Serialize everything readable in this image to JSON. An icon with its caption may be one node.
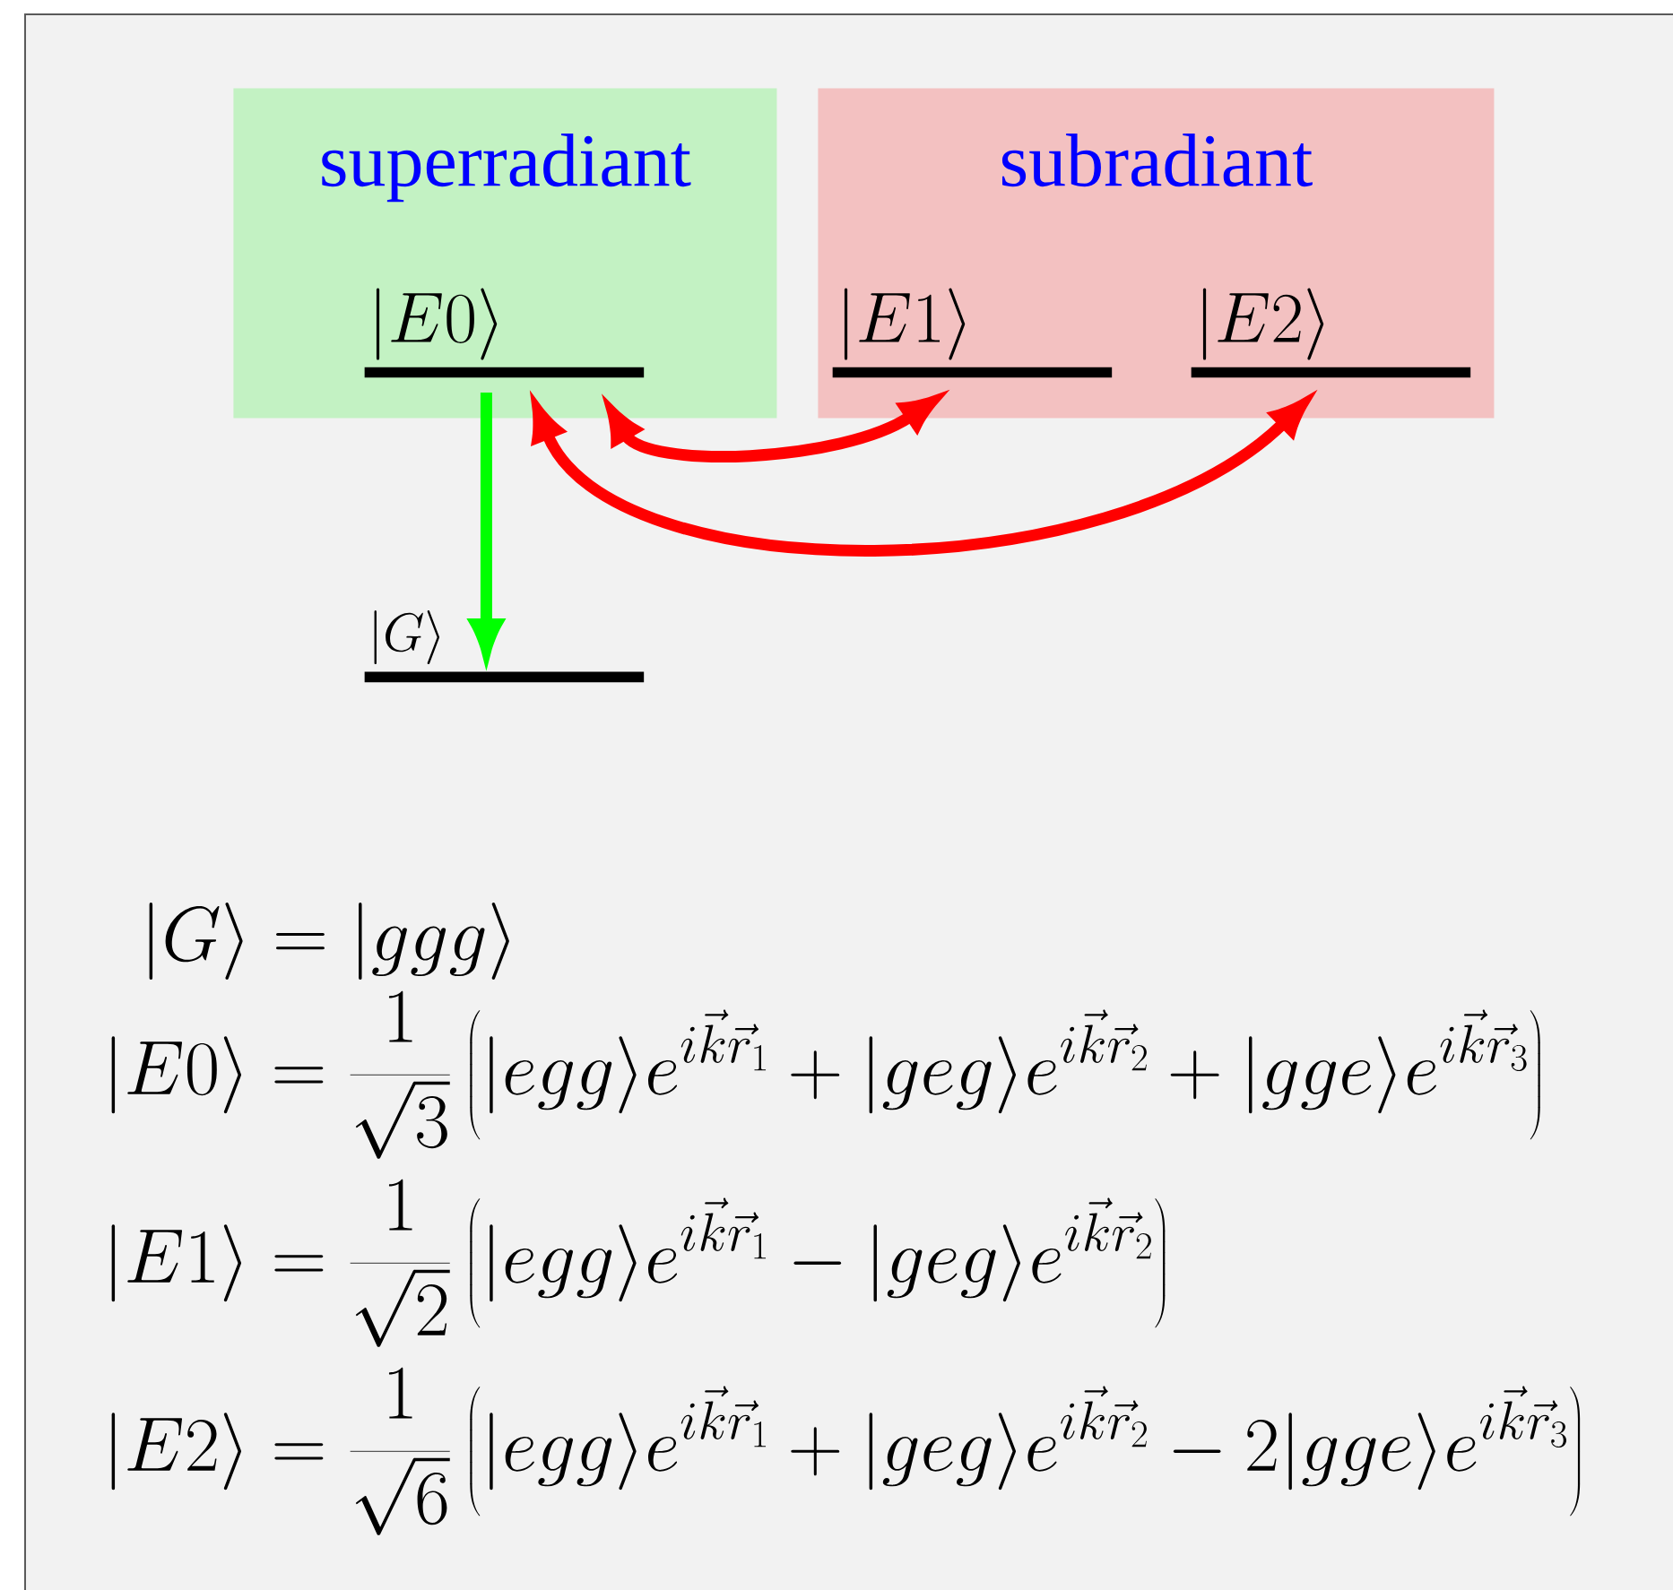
{
  "diagram": {
    "nodes": [
      {
        "text": [
          "superradiant"
        ]
      },
      {
        "text": [
          "subradiant"
        ]
      },
      {
        "text": [
          "|E0\\rangle"
        ],
        "in": 0
      },
      {
        "text": [
          "|E1\\rangle"
        ],
        "in": 1
      },
      {
        "text": [
          "|E2\\rangle"
        ],
        "in": 1
      },
      {
        "text": [
          "|G\\rangle"
        ]
      }
    ],
    "edges": [
      {
        "from": 2,
        "to": 5,
        "arrow": "to",
        "color": "#00ff00"
      },
      {
        "from": 2,
        "to": 3,
        "arrow": "both",
        "color": "#ff0000"
      },
      {
        "from": 2,
        "to": 4,
        "arrow": "both",
        "color": "#ff0000"
      }
    ],
    "labels": [
      "|G\\rangle = |ggg\\rangle",
      "|E0\\rangle = \\frac{1}{\\sqrt{3}}\\left(|egg\\rangle e^{i\\vec{k}\\vec{r}_1} + |geg\\rangle e^{i\\vec{k}\\vec{r}_2} + |gge\\rangle e^{i\\vec{k}\\vec{r}_3}\\right)",
      "|E1\\rangle = \\frac{1}{\\sqrt{2}}\\left(|egg\\rangle e^{i\\vec{k}\\vec{r}_1} - |geg\\rangle e^{i\\vec{k}\\vec{r}_2}\\right)",
      "|E2\\rangle = \\frac{1}{\\sqrt{6}}\\left(|egg\\rangle e^{i\\vec{k}\\vec{r}_1} + |geg\\rangle e^{i\\vec{k}\\vec{r}_2} - 2|gge\\rangle e^{i\\vec{k}\\vec{r}_3}\\right)"
    ]
  }
}
